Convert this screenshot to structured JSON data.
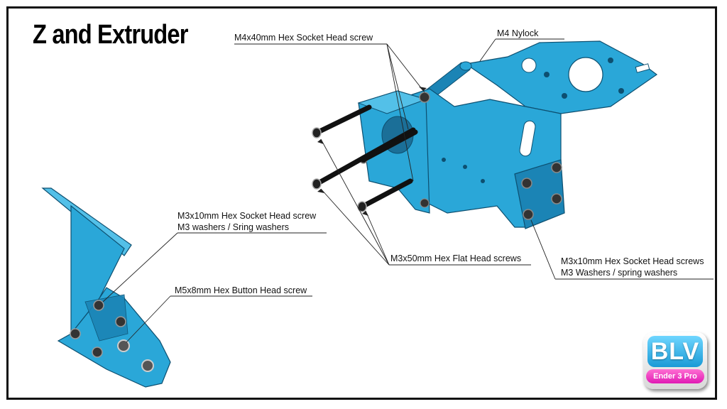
{
  "title": "Z and Extruder",
  "labels": {
    "m4x40": "M4x40mm Hex Socket Head screw",
    "m4_nylock": "M4 Nylock",
    "m3x10_line1": "M3x10mm Hex Socket Head screw",
    "m3x10_line2": "M3 washers / Sring washers",
    "m3x50": "M3x50mm Hex Flat Head screws",
    "m3x10s_line1": "M3x10mm Hex Socket Head screws",
    "m3x10s_line2": "M3 Washers / spring washers",
    "m5x8": "M5x8mm Hex Button Head screw"
  },
  "badge": {
    "brand": "BLV",
    "model": "Ender 3 Pro"
  },
  "colors": {
    "part_blue": "#2aa7d8",
    "part_shadow": "#1b84b5",
    "screw": "#111111"
  }
}
